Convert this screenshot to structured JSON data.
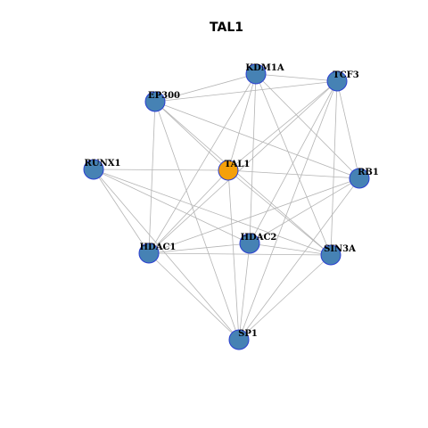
{
  "title": "TAL1",
  "colors": {
    "node_fill": "#4682b4",
    "hub_fill": "#f5a00a",
    "node_stroke": "#2b3fd1",
    "edge": "#b4b4b4"
  },
  "nodes": [
    {
      "id": "KDM1A",
      "label": "KDM1A"
    },
    {
      "id": "TCF3",
      "label": "TCF3"
    },
    {
      "id": "EP300",
      "label": "EP300"
    },
    {
      "id": "RUNX1",
      "label": "RUNX1"
    },
    {
      "id": "TAL1",
      "label": "TAL1",
      "hub": true
    },
    {
      "id": "RB1",
      "label": "RB1"
    },
    {
      "id": "HDAC2",
      "label": "HDAC2"
    },
    {
      "id": "HDAC1",
      "label": "HDAC1"
    },
    {
      "id": "SIN3A",
      "label": "SIN3A"
    },
    {
      "id": "SP1",
      "label": "SP1"
    }
  ],
  "edges": [
    [
      "KDM1A",
      "TCF3"
    ],
    [
      "KDM1A",
      "EP300"
    ],
    [
      "KDM1A",
      "TAL1"
    ],
    [
      "KDM1A",
      "HDAC1"
    ],
    [
      "KDM1A",
      "HDAC2"
    ],
    [
      "KDM1A",
      "SIN3A"
    ],
    [
      "KDM1A",
      "RB1"
    ],
    [
      "TCF3",
      "EP300"
    ],
    [
      "TCF3",
      "TAL1"
    ],
    [
      "TCF3",
      "HDAC1"
    ],
    [
      "TCF3",
      "HDAC2"
    ],
    [
      "TCF3",
      "SIN3A"
    ],
    [
      "TCF3",
      "RB1"
    ],
    [
      "TCF3",
      "SP1"
    ],
    [
      "EP300",
      "TAL1"
    ],
    [
      "EP300",
      "RB1"
    ],
    [
      "EP300",
      "HDAC1"
    ],
    [
      "EP300",
      "SP1"
    ],
    [
      "EP300",
      "SIN3A"
    ],
    [
      "RUNX1",
      "TAL1"
    ],
    [
      "RUNX1",
      "HDAC1"
    ],
    [
      "RUNX1",
      "HDAC2"
    ],
    [
      "RUNX1",
      "SIN3A"
    ],
    [
      "RUNX1",
      "SP1"
    ],
    [
      "TAL1",
      "RB1"
    ],
    [
      "TAL1",
      "HDAC1"
    ],
    [
      "TAL1",
      "SP1"
    ],
    [
      "TAL1",
      "SIN3A"
    ],
    [
      "RB1",
      "HDAC1"
    ],
    [
      "RB1",
      "HDAC2"
    ],
    [
      "RB1",
      "SP1"
    ],
    [
      "HDAC1",
      "HDAC2"
    ],
    [
      "HDAC1",
      "SIN3A"
    ],
    [
      "HDAC1",
      "SP1"
    ],
    [
      "HDAC2",
      "SIN3A"
    ],
    [
      "HDAC2",
      "SP1"
    ],
    [
      "SIN3A",
      "SP1"
    ]
  ]
}
